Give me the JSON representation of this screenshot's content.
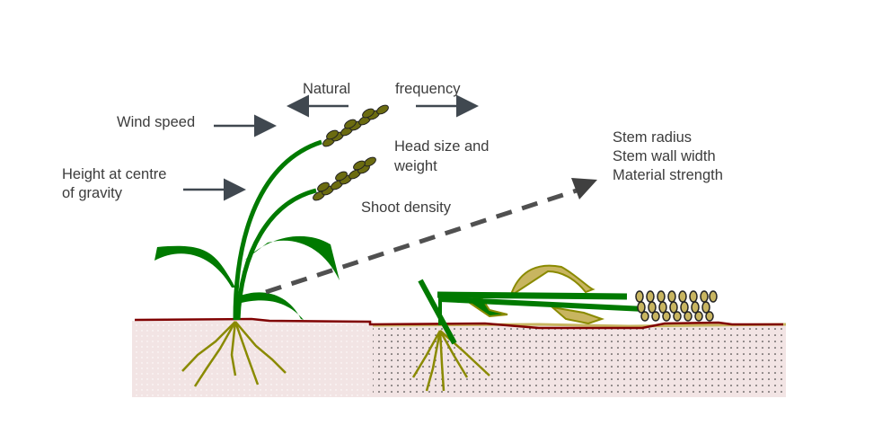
{
  "labels": {
    "natural": "Natural",
    "frequency": "frequency",
    "wind_speed": "Wind speed",
    "height_line1": "Height at centre",
    "height_line2": "of gravity",
    "head_line1": "Head size and",
    "head_line2": "weight",
    "shoot_density": "Shoot density",
    "stem_radius": "Stem radius",
    "stem_wall": "Stem wall width",
    "material": "Material strength"
  },
  "colors": {
    "text": "#3c3c3c",
    "arrow": "#404850",
    "plant_green": "#007a00",
    "root_olive": "#8a8a00",
    "grain_dark": "#6b6b10",
    "straw": "#c8b560",
    "ground_line": "#800000",
    "soil": "#f2e4e4"
  }
}
